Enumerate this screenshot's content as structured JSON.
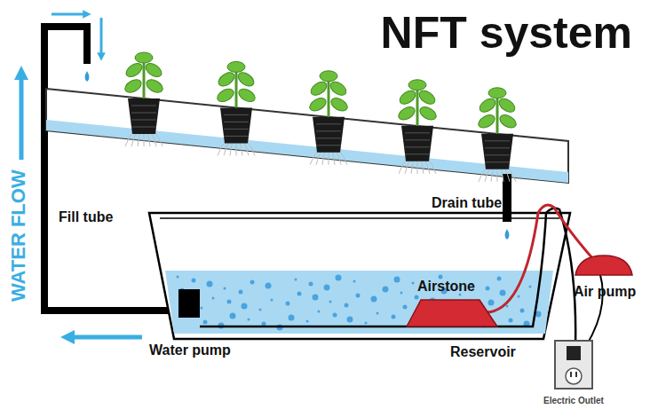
{
  "diagram": {
    "title": "NFT system",
    "labels": [
      "WATER FLOW",
      "Fill tube",
      "Drain tube",
      "Airstone",
      "Air pump",
      "Water pump",
      "Reservoir",
      "Electric Outlet"
    ]
  }
}
